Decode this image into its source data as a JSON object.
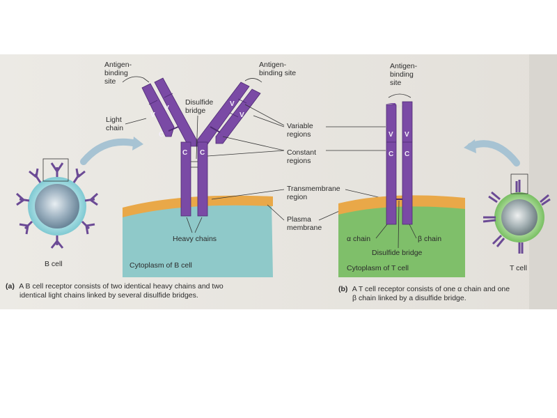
{
  "b_panel": {
    "label_antigen_binding_left": [
      "Antigen-",
      "binding",
      "site"
    ],
    "label_antigen_binding_right": [
      "Antigen-",
      "binding site"
    ],
    "label_disulfide_bridge": [
      "Disulfide",
      "bridge"
    ],
    "label_light_chain": [
      "Light",
      "chain"
    ],
    "label_variable_regions": [
      "Variable",
      "regions"
    ],
    "label_constant_regions": [
      "Constant",
      "regions"
    ],
    "label_transmembrane_region": [
      "Transmembrane",
      "region"
    ],
    "label_plasma_membrane": [
      "Plasma",
      "membrane"
    ],
    "label_heavy_chains": "Heavy chains",
    "label_b_cell": "B cell",
    "label_cytoplasm_b": "Cytoplasm of B cell",
    "caption_tag": "(a)",
    "caption_lines": [
      "A B cell receptor consists of two identical heavy chains and two",
      "identical light chains linked by several disulfide bridges."
    ],
    "letter_v": "V",
    "letter_c": "C"
  },
  "t_panel": {
    "label_antigen_binding": [
      "Antigen-",
      "binding",
      "site"
    ],
    "label_alpha_chain": "α chain",
    "label_beta_chain": "β chain",
    "label_disulfide_bridge": "Disulfide bridge",
    "label_cytoplasm_t": "Cytoplasm of T cell",
    "label_t_cell": "T cell",
    "caption_tag": "(b)",
    "caption_lines": [
      "A T cell receptor consists of one α chain and one",
      "β chain linked by a disulfide bridge."
    ],
    "letter_v": "V",
    "letter_c": "C"
  },
  "colors": {
    "receptor": "#7a4aa5",
    "receptor_dark": "#4d2a72",
    "membrane": "#e9a848",
    "b_cytoplasm": "#8fc9c9",
    "t_cytoplasm": "#7fbf6a",
    "background": "#e8e6e1"
  }
}
